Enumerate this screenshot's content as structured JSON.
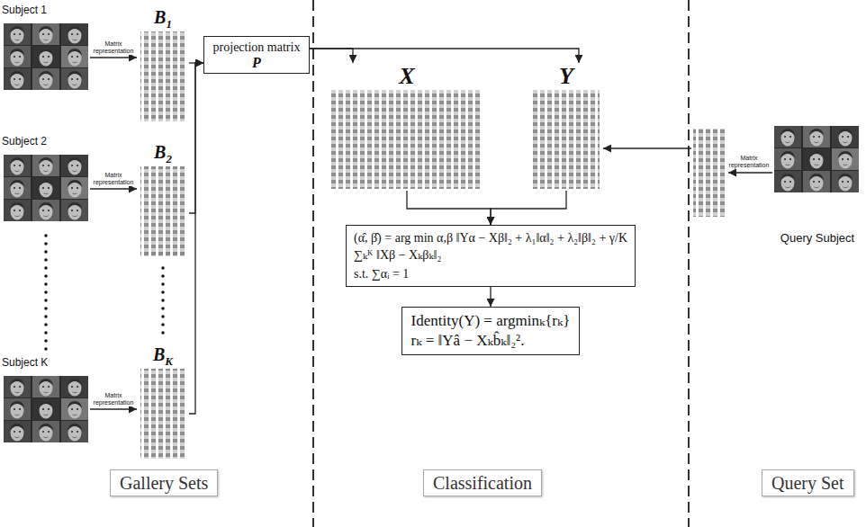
{
  "diagram": {
    "nodes": [
      {
        "text": [
          "Subject 1"
        ]
      },
      {
        "text": [
          "Subject 2"
        ]
      },
      {
        "text": [
          "Subject K"
        ]
      },
      {
        "text": [
          "B1"
        ]
      },
      {
        "text": [
          "B2"
        ]
      },
      {
        "text": [
          "BK"
        ]
      },
      {
        "text": [
          "projection matrix P"
        ]
      },
      {
        "text": [
          "X"
        ]
      },
      {
        "text": [
          "Y"
        ]
      },
      {
        "text": [
          "(α̂, β̂) = arg min α,β ‖Yα − Xβ‖₂ + λ₁‖α‖₂ + λ₂‖β‖₂ + γ/K ∑ₖᴷ ‖Xβ − Xₖβₖ‖₂",
          "s.t.  ∑αᵢ = 1"
        ]
      },
      {
        "text": [
          "Identity(Y) = argminₖ{rₖ}",
          "rₖ = ‖Yâ − Xₖb̂ₖ‖₂²."
        ]
      },
      {
        "text": [
          "Query Subject"
        ]
      },
      {
        "text": [
          "Gallery Sets"
        ]
      },
      {
        "text": [
          "Classification"
        ]
      },
      {
        "text": [
          "Query Set"
        ]
      }
    ],
    "edges": [
      {
        "from": 0,
        "to": 3,
        "arrow": "to",
        "label": "Matrix representation"
      },
      {
        "from": 1,
        "to": 4,
        "arrow": "to",
        "label": "Matrix representation"
      },
      {
        "from": 2,
        "to": 5,
        "arrow": "to",
        "label": "Matrix representation"
      },
      {
        "from": 3,
        "to": 6,
        "arrow": "to"
      },
      {
        "from": 4,
        "to": 6,
        "arrow": "to"
      },
      {
        "from": 5,
        "to": 6,
        "arrow": "to"
      },
      {
        "from": 6,
        "to": 7,
        "arrow": "to"
      },
      {
        "from": 6,
        "to": 8,
        "arrow": "to"
      },
      {
        "from": 7,
        "to": 9,
        "arrow": "to"
      },
      {
        "from": 8,
        "to": 9,
        "arrow": "to"
      },
      {
        "from": 9,
        "to": 10,
        "arrow": "to"
      }
    ],
    "labels": [
      "Matrix representation"
    ]
  }
}
